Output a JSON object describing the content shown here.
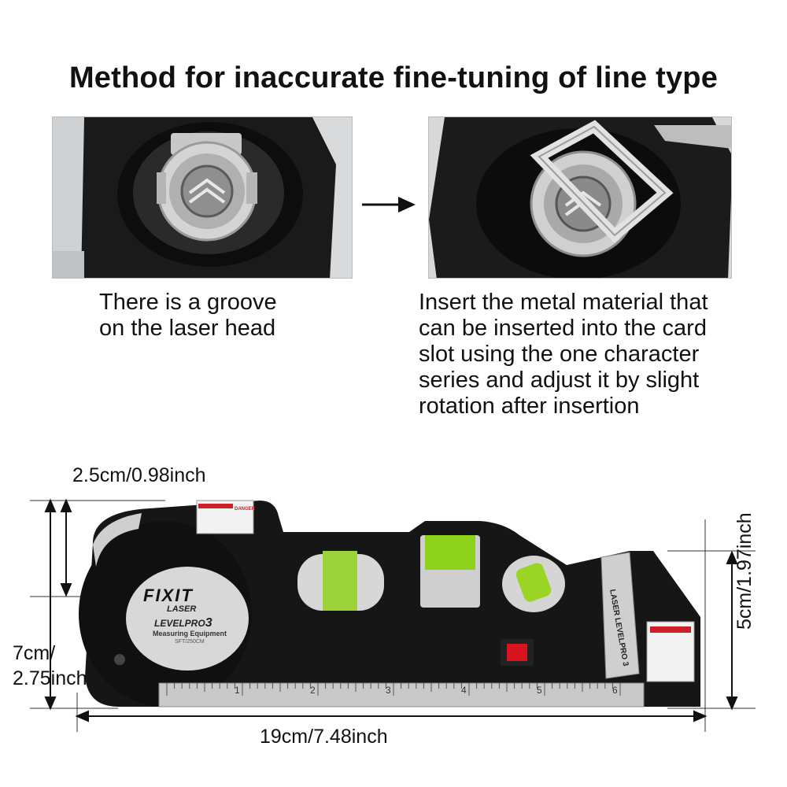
{
  "title": "Method for inaccurate fine-tuning of line type",
  "steps": [
    {
      "caption": "There is a groove\non the laser head"
    },
    {
      "caption": "Insert the metal material that\ncan be inserted into the card\nslot using the one character\nseries and adjust it by slight\nrotation after insertion"
    }
  ],
  "dimensions": {
    "top": "2.5cm/0.98inch",
    "left": "7cm/\n2.75inch",
    "bottom": "19cm/7.48inch",
    "right": "5cm/1.97inch"
  },
  "product": {
    "brand": "FIXIT",
    "line1": "LASER",
    "model": "LEVELPRO",
    "model_num": "3",
    "sub": "Measuring Equipment",
    "spec": "SFT/250CM",
    "side_label": "LASER LEVELPRO 3",
    "warning": "DANGER",
    "ruler_numbers": [
      "1",
      "2",
      "3",
      "4",
      "5",
      "6"
    ]
  },
  "colors": {
    "body": "#161616",
    "bubble": "#8fd21e",
    "switch": "#d8141f",
    "ruler": "#c9c9c9"
  }
}
